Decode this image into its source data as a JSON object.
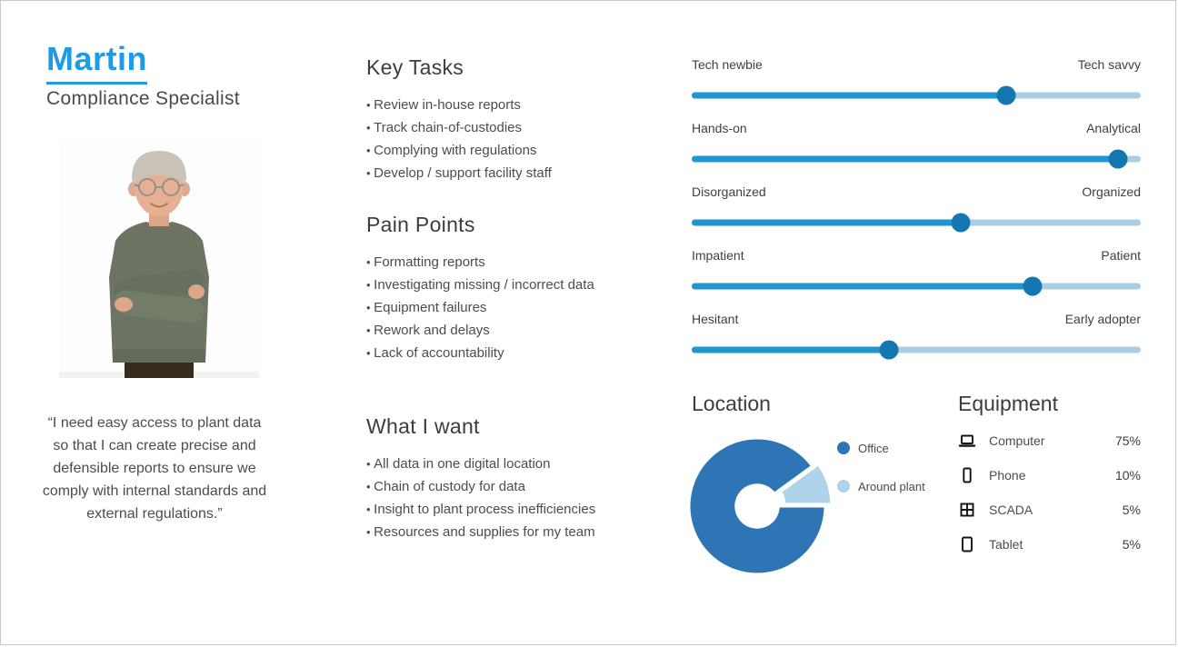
{
  "card": {
    "name": "Martin",
    "role": "Compliance Specialist",
    "quote": "“I need easy access to plant data so that I can create precise and defensible reports to ensure we comply with internal standards and external regulations.”"
  },
  "sections": [
    {
      "title": "Key Tasks",
      "items": [
        "Review in-house reports",
        "Track chain-of-custodies",
        "Complying with regulations",
        "Develop / support facility staff"
      ]
    },
    {
      "title": "Pain Points",
      "items": [
        "Formatting reports",
        "Investigating missing / incorrect data",
        "Equipment failures",
        "Rework and delays",
        "Lack of accountability"
      ]
    },
    {
      "title": "What I want",
      "items": [
        "All data in one digital location",
        "Chain of custody for data",
        "Insight to plant process inefficiencies",
        "Resources and supplies for my team"
      ]
    }
  ],
  "sliders": [
    {
      "left_label": "Tech newbie",
      "right_label": "Tech savvy",
      "value": 70
    },
    {
      "left_label": "Hands-on",
      "right_label": "Analytical",
      "value": 95
    },
    {
      "left_label": "Disorganized",
      "right_label": "Organized",
      "value": 60
    },
    {
      "left_label": "Impatient",
      "right_label": "Patient",
      "value": 76
    },
    {
      "left_label": "Hesitant",
      "right_label": "Early adopter",
      "value": 44
    }
  ],
  "chart_data": {
    "type": "pie",
    "title": "Location",
    "labels": [
      "Office",
      "Around plant"
    ],
    "values": [
      90,
      10
    ],
    "colors": [
      "#2E75B5",
      "#AFD3EA"
    ],
    "donut": true,
    "inner_radius_ratio": 0.31,
    "explode_index": 1,
    "legend_position": "right"
  },
  "equipment": {
    "title": "Equipment",
    "items": [
      {
        "icon": "laptop-icon",
        "label": "Computer",
        "value": "75%"
      },
      {
        "icon": "phone-icon",
        "label": "Phone",
        "value": "10%"
      },
      {
        "icon": "scada-grid-icon",
        "label": "SCADA",
        "value": "5%"
      },
      {
        "icon": "tablet-icon",
        "label": "Tablet",
        "value": "5%"
      }
    ]
  },
  "colors": {
    "accent_blue": "#1E9BE8",
    "slider_fill": "#1E96D2",
    "slider_track": "#A9CEE4",
    "slider_handle": "#1577B1",
    "donut_primary": "#2E75B5",
    "donut_secondary": "#AFD3EA"
  }
}
